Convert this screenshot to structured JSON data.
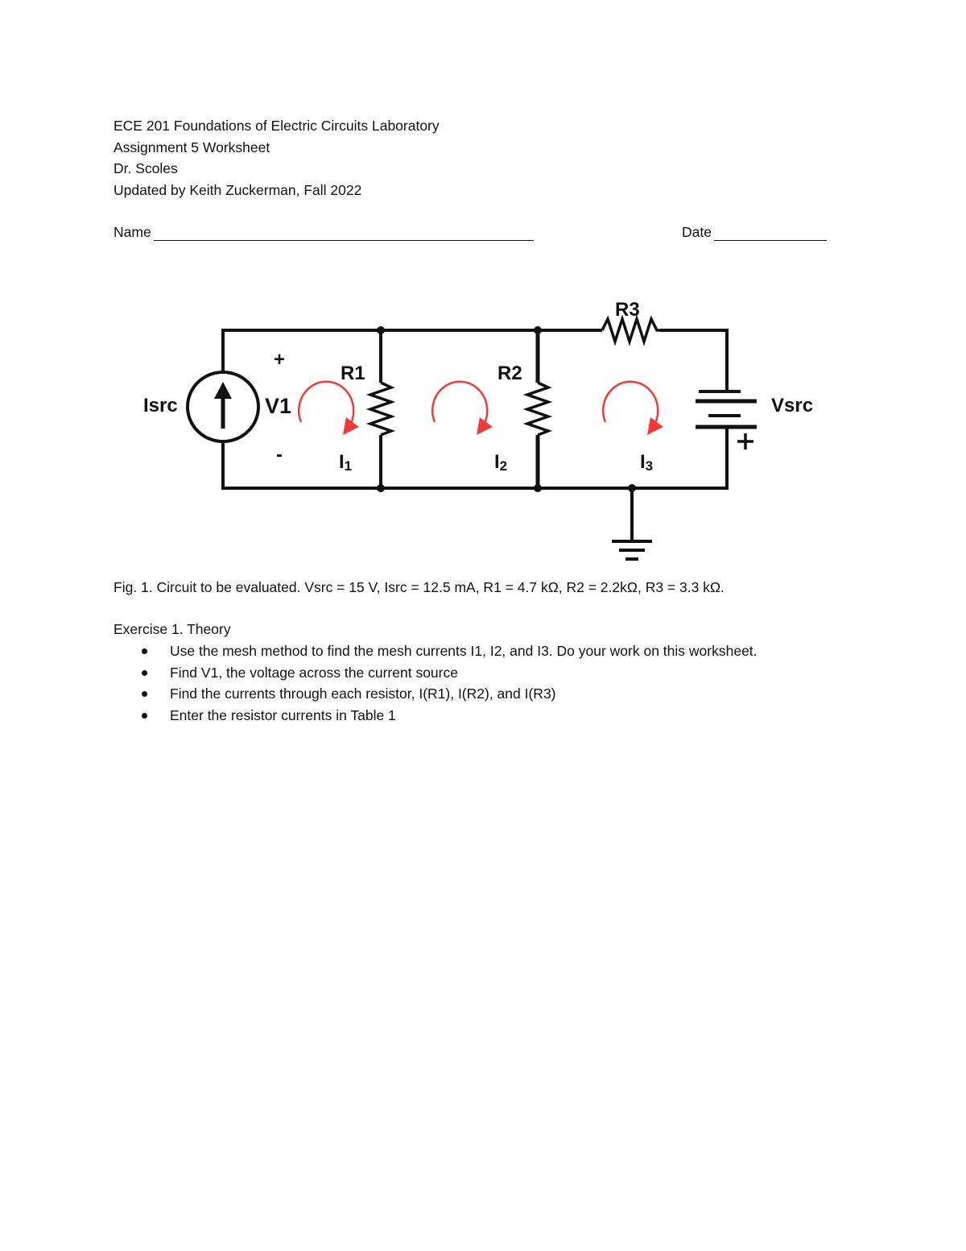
{
  "header": {
    "course": "ECE 201 Foundations of Electric Circuits Laboratory",
    "assignment": "Assignment 5 Worksheet",
    "instructor": "Dr. Scoles",
    "updated": "Updated by Keith Zuckerman, Fall 2022"
  },
  "fields": {
    "name_label": "Name",
    "date_label": "Date"
  },
  "circuit": {
    "isrc": "Isrc",
    "v1": "V1",
    "plus": "+",
    "minus": "-",
    "r1": "R1",
    "r2": "R2",
    "r3": "R3",
    "vsrc": "Vsrc",
    "vsrc_plus": "+",
    "i1": "I",
    "i1_sub": "1",
    "i2": "I",
    "i2_sub": "2",
    "i3": "I",
    "i3_sub": "3",
    "arrow_color": "#f03a3a"
  },
  "caption": "Fig. 1. Circuit to be evaluated. Vsrc = 15  V, Isrc = 12.5  mA, R1 = 4.7 kΩ, R2 = 2.2kΩ, R3 = 3.3 kΩ.",
  "exercise": {
    "title": "Exercise 1. Theory",
    "items": [
      "Use the mesh method to find the mesh currents I1, I2, and I3. Do your work on this worksheet.",
      "Find V1, the voltage across the current source",
      "Find the currents through each resistor, I(R1), I(R2), and I(R3)",
      "Enter the resistor currents in Table 1"
    ]
  }
}
